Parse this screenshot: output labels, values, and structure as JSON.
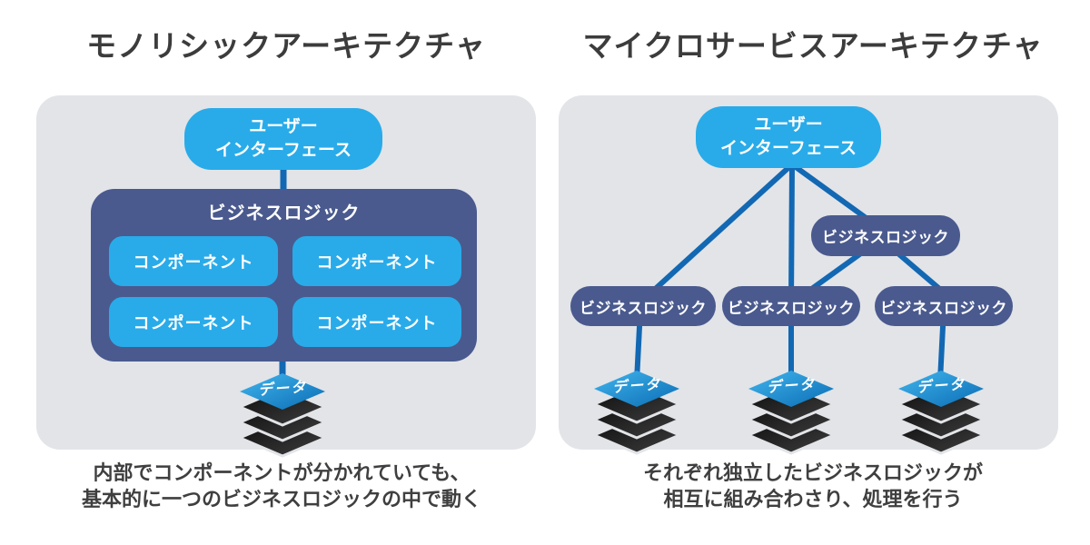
{
  "left": {
    "title": "モノリシックアーキテクチャ",
    "ui_line1": "ユーザー",
    "ui_line2": "インターフェース",
    "business_logic_label": "ビジネスロジック",
    "components": [
      "コンポーネント",
      "コンポーネント",
      "コンポーネント",
      "コンポーネント"
    ],
    "data_label": "データ",
    "caption_line1": "内部でコンポーネントが分かれていても、",
    "caption_line2": "基本的に一つのビジネスロジックの中で動く"
  },
  "right": {
    "title": "マイクロサービスアーキテクチャ",
    "ui_line1": "ユーザー",
    "ui_line2": "インターフェース",
    "business_logic_labels": [
      "ビジネスロジック",
      "ビジネスロジック",
      "ビジネスロジック",
      "ビジネスロジック"
    ],
    "data_label": "データ",
    "caption_line1": "それぞれ独立したビジネスロジックが",
    "caption_line2": "相互に組み合わさり、処理を行う"
  },
  "colors": {
    "accent_blue": "#29abe9",
    "navy": "#4a5a8e",
    "connector_blue": "#1268b3",
    "panel_background": "#e2e4e8",
    "stack_dark": "#1a1a1a",
    "text_dark": "#3c3c3c"
  }
}
